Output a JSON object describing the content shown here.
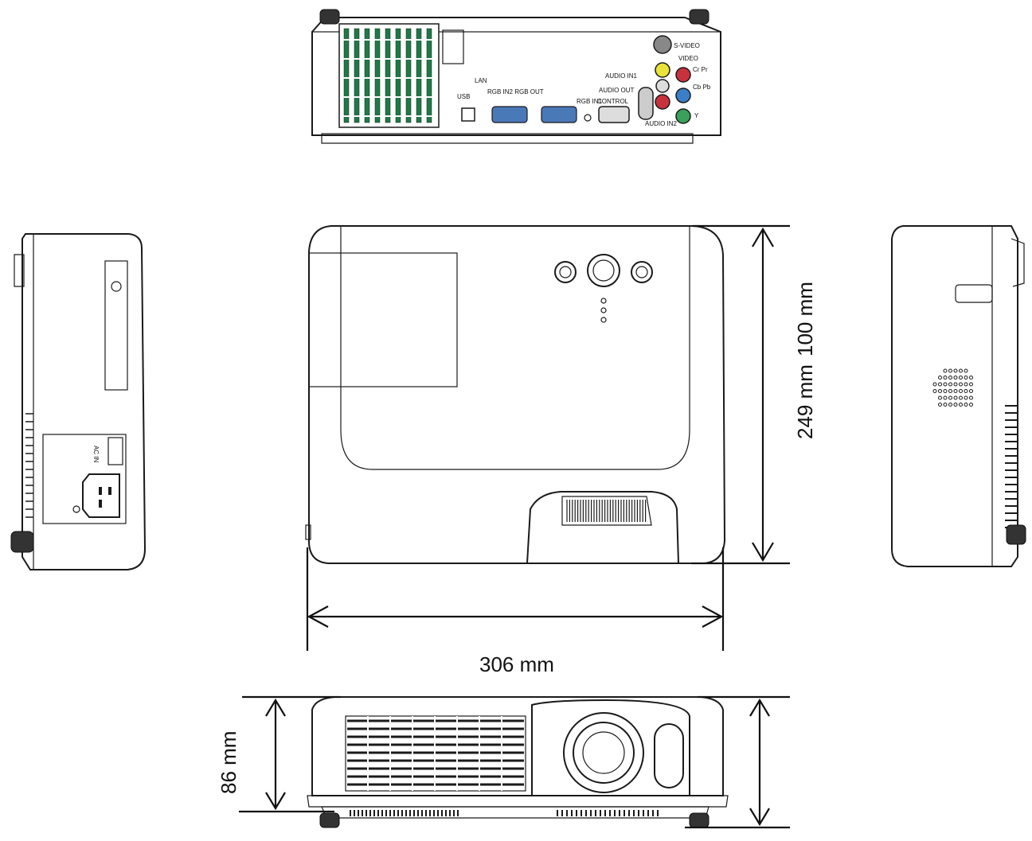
{
  "dimensions": {
    "width_label": "306 mm",
    "depth_label": "249 mm",
    "height_label": "100 mm",
    "front_height_label": "86 mm"
  },
  "rear_panel": {
    "ports": {
      "s_video": "S-VIDEO",
      "video": "VIDEO",
      "cr_pr": "Cr Pr",
      "cb_pb": "Cb Pb",
      "y": "Y",
      "audio_in2": "AUDIO IN2",
      "audio_in1": "AUDIO IN1",
      "audio_out": "AUDIO OUT",
      "control": "CONTROL",
      "rgb_in1": "RGB IN1",
      "rgb_in2_out": "RGB IN2 RGB OUT",
      "usb": "USB",
      "lan": "LAN"
    }
  },
  "side_panel": {
    "ac_in": "AC IN"
  },
  "colors": {
    "line": "#1a1a1a",
    "port_blue": "#4a79b8",
    "rear_green": "#1e7a46",
    "jack_yellow": "#e8e23a",
    "jack_red": "#c8323c",
    "jack_blue": "#3a7ec8",
    "jack_green": "#3aa05a"
  }
}
